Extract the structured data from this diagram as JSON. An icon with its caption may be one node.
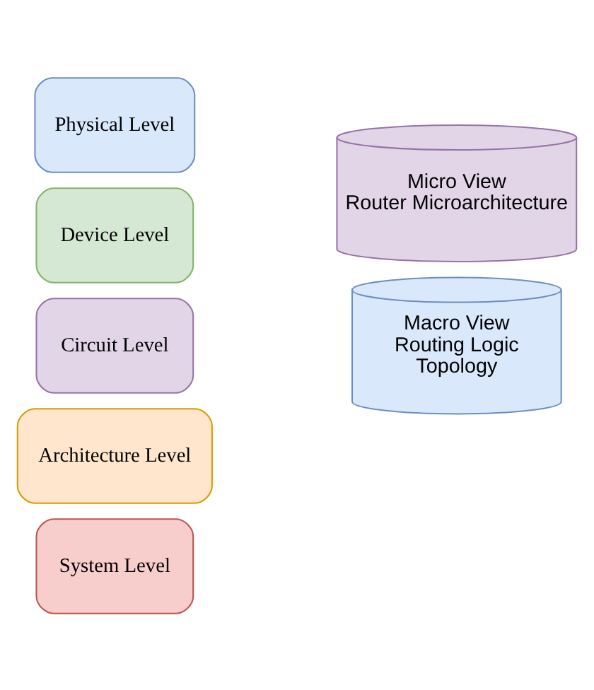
{
  "diagram": {
    "nodes": [
      {
        "text": [
          "System Level"
        ]
      },
      {
        "text": [
          "Architecture Level"
        ]
      },
      {
        "text": [
          "Circuit Level"
        ]
      },
      {
        "text": [
          "Device Level"
        ]
      },
      {
        "text": [
          "Physical Level"
        ]
      },
      {
        "text": [
          "Macro View",
          "Routing Logic",
          "Topology"
        ]
      },
      {
        "text": [
          "Micro View",
          "Router Microarchitecture"
        ]
      }
    ],
    "edges": []
  }
}
